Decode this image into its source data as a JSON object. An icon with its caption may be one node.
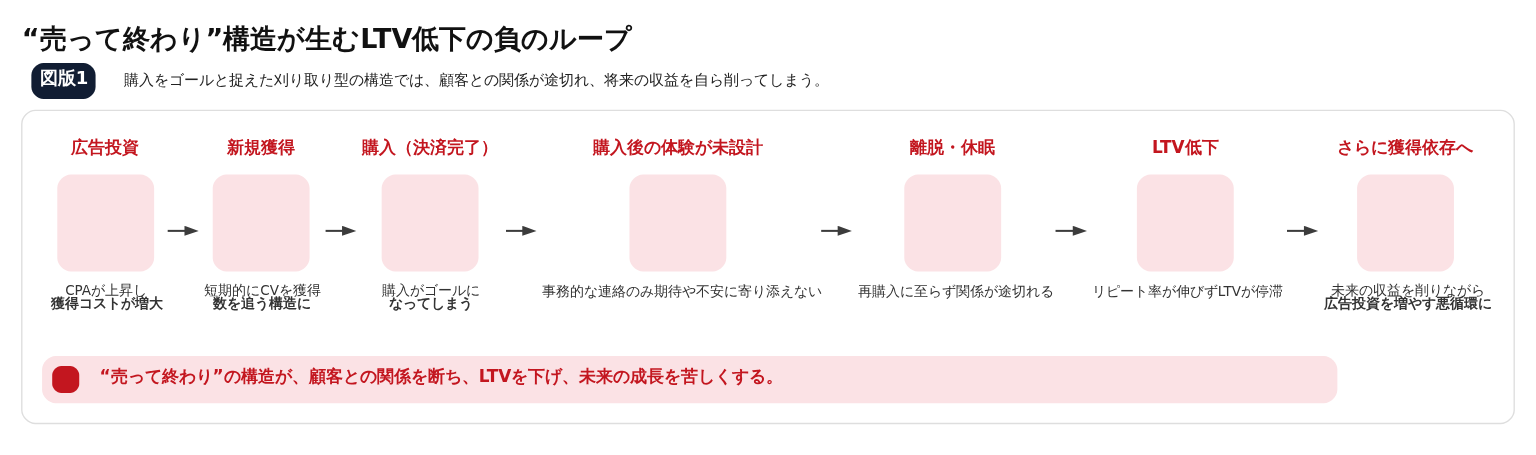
{
  "diagram": {
    "title": "“売って終わり”構造が生むLTV低下の負のループ",
    "nodes": [
      {
        "text": [],
        "shape": "box"
      },
      {
        "text": [
          "広告投資"
        ],
        "beside": [
          "CPAが上昇し**獲得コストが増大**"
        ],
        "in": 0
      },
      {
        "text": [
          "新規獲得"
        ],
        "beside": [
          "短期的にCVを獲得**数を追う構造に**"
        ],
        "in": 0
      },
      {
        "text": [
          "購入（決済完了）"
        ],
        "beside": [
          "購入がゴールに**なってしまう**"
        ],
        "in": 0
      },
      {
        "text": [
          "購入後の体験が未設計"
        ],
        "beside": [
          "事務的な連絡のみ期待や不安に寄り添えない"
        ],
        "in": 0
      },
      {
        "text": [
          "離脱・休眠"
        ],
        "beside": [
          "再購入に至らず関係が途切れる"
        ],
        "in": 0
      },
      {
        "text": [
          "LTV低下"
        ],
        "beside": [
          "リピート率が伸びずLTVが停滞"
        ],
        "in": 0
      },
      {
        "text": [
          "さらに獲得依存へ"
        ],
        "beside": [
          "未来の収益を削りながら**広告投資を増やす悪循環に**"
        ],
        "in": 0
      },
      {
        "text": [
          "“売って終わり”の構造が、顧客との関係を断ち、LTVを下げ、未来の成長を苦しくする。"
        ],
        "in": 0
      }
    ],
    "edges": [
      {
        "from": 1,
        "to": 2,
        "arrow": "to"
      },
      {
        "from": 2,
        "to": 3,
        "arrow": "to"
      },
      {
        "from": 3,
        "to": 4,
        "arrow": "to"
      },
      {
        "from": 4,
        "to": 5,
        "arrow": "to"
      },
      {
        "from": 5,
        "to": 6,
        "arrow": "to"
      },
      {
        "from": 6,
        "to": 7,
        "arrow": "to"
      }
    ],
    "labels": [
      "図版1",
      "購入をゴールと捉えた刈り取り型の構造では、顧客との関係が途切れ、将来の収益を自ら削ってしまう。"
    ]
  }
}
